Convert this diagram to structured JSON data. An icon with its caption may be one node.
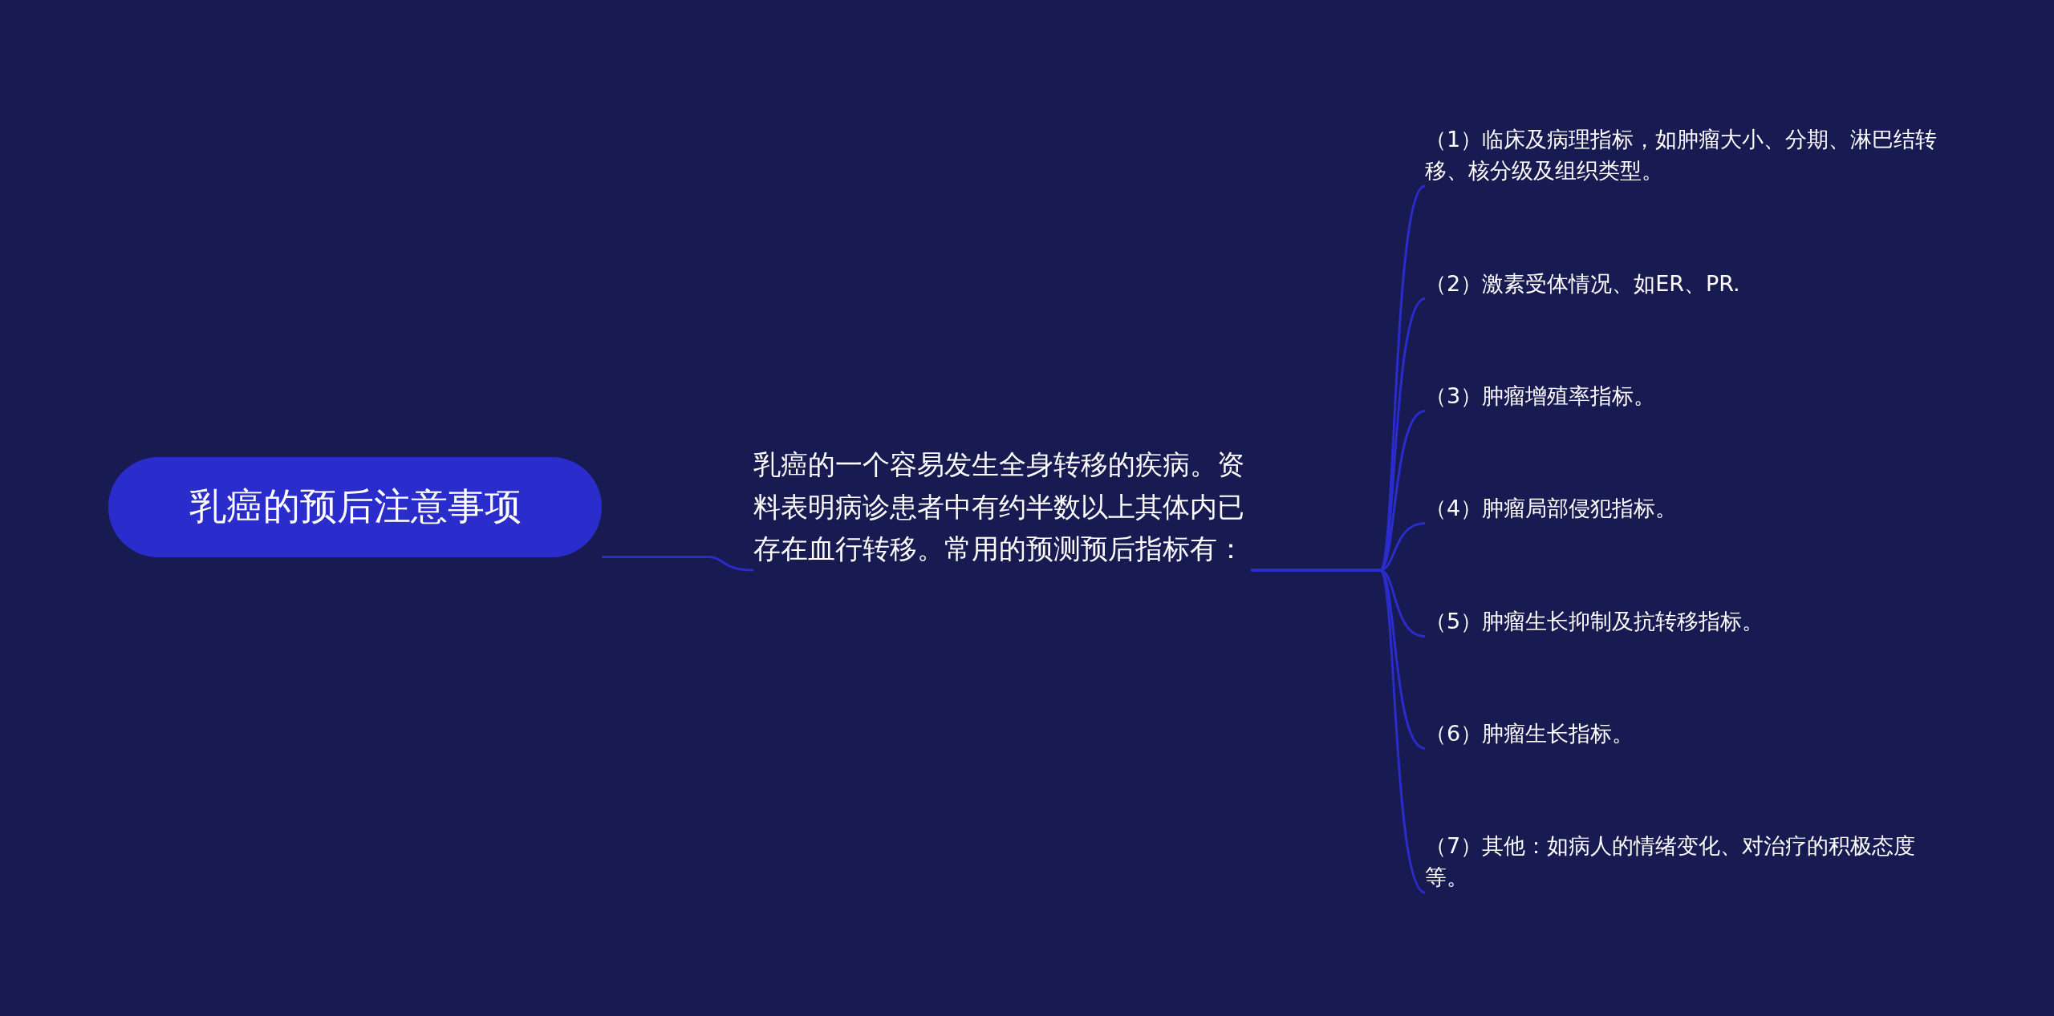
{
  "diagram": {
    "nodes": [
      {
        "text": [
          "乳癌的预后注意事项"
        ]
      },
      {
        "text": [
          "乳癌的一个容易发生全身转移的疾病。资料表明病诊患者中有约半数以上其体内已存在血行转移。常用的预测预后指标有："
        ]
      },
      {
        "text": [
          "（1）临床及病理指标，如肿瘤大小、分期、淋巴结转移、核分级及组织类型。"
        ]
      },
      {
        "text": [
          "（2）激素受体情况、如ER、PR."
        ]
      },
      {
        "text": [
          "（3）肿瘤增殖率指标。"
        ]
      },
      {
        "text": [
          "（4）肿瘤局部侵犯指标。"
        ]
      },
      {
        "text": [
          "（5）肿瘤生长抑制及抗转移指标。"
        ]
      },
      {
        "text": [
          "（6）肿瘤生长指标。"
        ]
      },
      {
        "text": [
          "（7）其他：如病人的情绪变化、对治疗的积极态度等。"
        ]
      }
    ],
    "edges": [
      {
        "from": 0,
        "to": 1,
        "arrow": "none"
      },
      {
        "from": 1,
        "to": 2,
        "arrow": "none"
      },
      {
        "from": 1,
        "to": 3,
        "arrow": "none"
      },
      {
        "from": 1,
        "to": 4,
        "arrow": "none"
      },
      {
        "from": 1,
        "to": 5,
        "arrow": "none"
      },
      {
        "from": 1,
        "to": 6,
        "arrow": "none"
      },
      {
        "from": 1,
        "to": 7,
        "arrow": "none"
      },
      {
        "from": 1,
        "to": 8,
        "arrow": "none"
      }
    ]
  }
}
